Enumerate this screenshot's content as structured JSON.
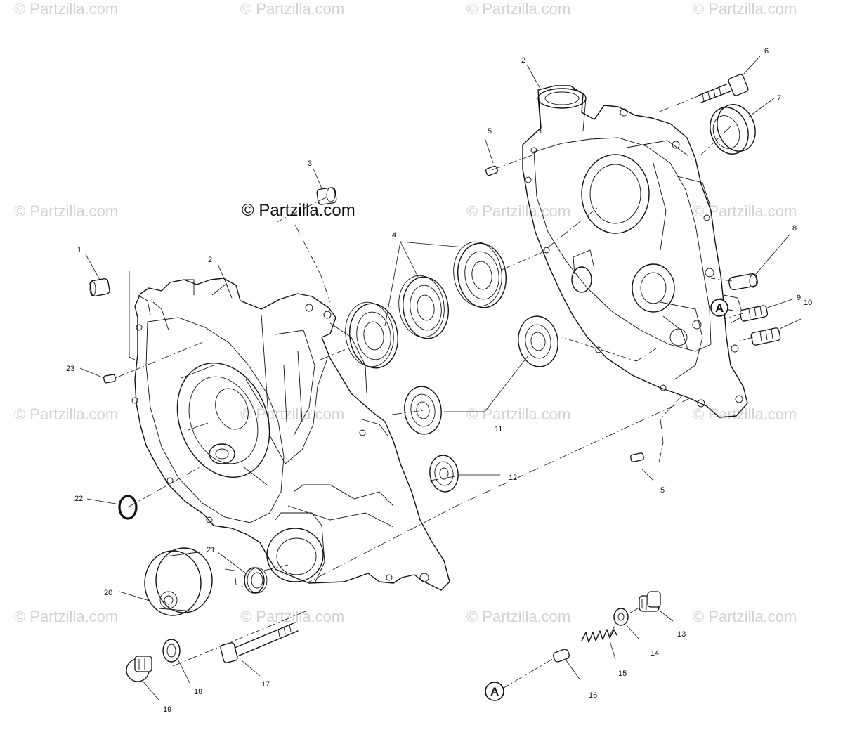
{
  "watermark": {
    "text": "© Partzilla.com",
    "main_text": "© Partzilla.com"
  },
  "reference_marker": "A",
  "callouts": [
    "1",
    "2",
    "2",
    "3",
    "4",
    "5",
    "5",
    "6",
    "7",
    "8",
    "9",
    "10",
    "11",
    "12",
    "13",
    "14",
    "15",
    "16",
    "17",
    "18",
    "19",
    "20",
    "21",
    "22",
    "23"
  ],
  "colors": {
    "line": "#111111",
    "watermark": "#d2d2d2",
    "background": "#ffffff"
  }
}
